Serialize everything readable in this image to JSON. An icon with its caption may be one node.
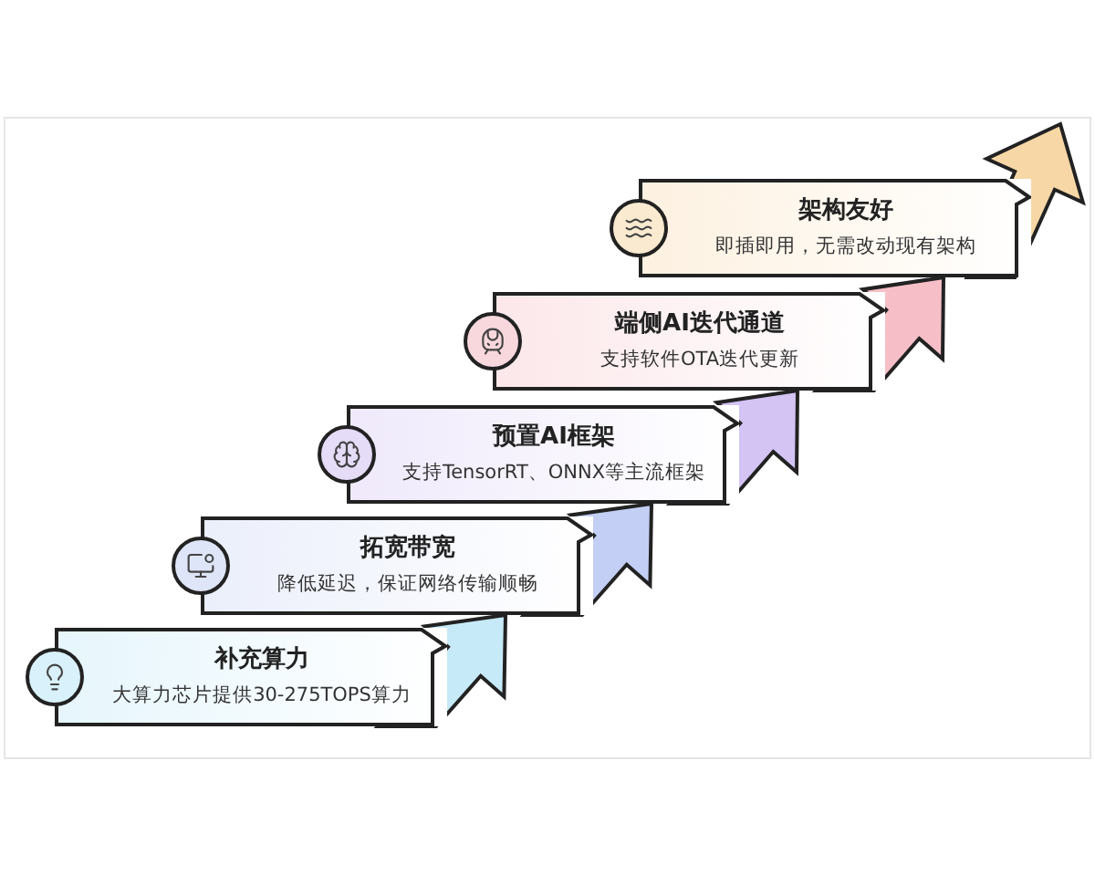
{
  "diagram": {
    "nodes": [
      {
        "text": [
          "补充算力",
          "大算力芯片提供30-275TOPS算力"
        ]
      },
      {
        "text": [
          "拓宽带宽",
          "降低延迟，保证网络传输顺畅"
        ]
      },
      {
        "text": [
          "预置AI框架",
          "支持TensorRT、ONNX等主流框架"
        ]
      },
      {
        "text": [
          "端侧AI迭代通道",
          "支持软件OTA迭代更新"
        ]
      },
      {
        "text": [
          "架构友好",
          "即插即用，无需改动现有架构"
        ]
      }
    ],
    "edges": [
      {
        "from": 0,
        "to": 1,
        "arrow": "to",
        "style": "thick",
        "color": "#c6eaf7"
      },
      {
        "from": 1,
        "to": 2,
        "arrow": "to",
        "style": "thick",
        "color": "#c3cff5"
      },
      {
        "from": 2,
        "to": 3,
        "arrow": "to",
        "style": "thick",
        "color": "#d3c4f4"
      },
      {
        "from": 3,
        "to": 4,
        "arrow": "to",
        "style": "thick",
        "color": "#f6bfc7"
      },
      {
        "from": 4,
        "to": null,
        "arrow": "to",
        "style": "thick",
        "color": "#f7d7a6"
      }
    ]
  }
}
